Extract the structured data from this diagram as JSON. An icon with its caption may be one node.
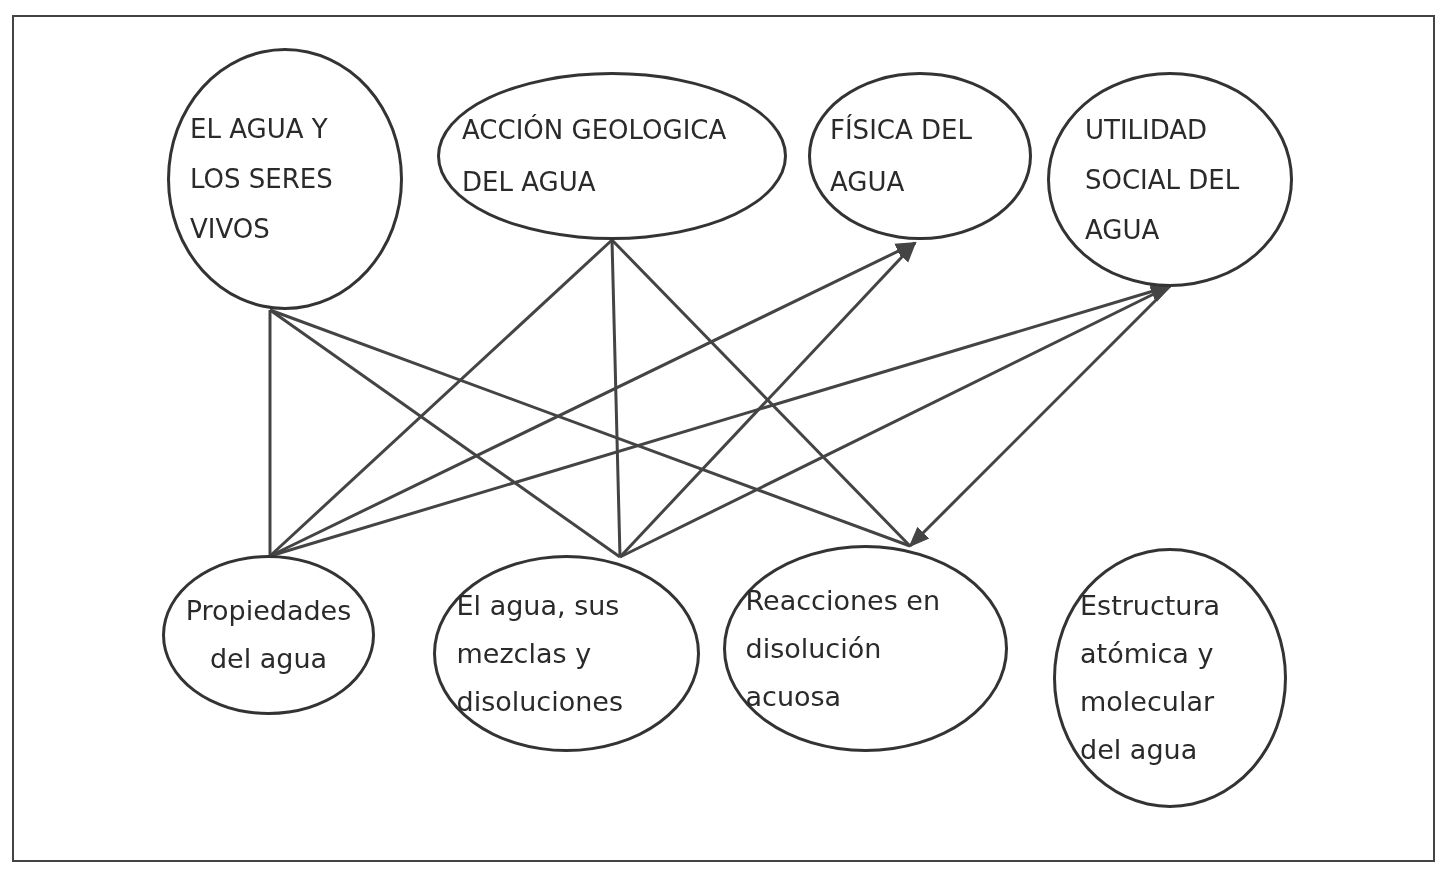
{
  "diagram": {
    "nodes": [
      {
        "text": [
          "EL AGUA Y LOS SERES VIVOS"
        ]
      },
      {
        "text": [
          "ACCIÓN GEOLOGICA DEL AGUA"
        ]
      },
      {
        "text": [
          "FÍSICA DEL AGUA"
        ]
      },
      {
        "text": [
          "UTILIDAD SOCIAL DEL AGUA"
        ]
      },
      {
        "text": [
          "Propiedades del agua"
        ]
      },
      {
        "text": [
          "El agua, sus mezclas y disoluciones"
        ]
      },
      {
        "text": [
          "Reacciones en disolución acuosa"
        ]
      },
      {
        "text": [
          "Estructura atómica y molecular del agua"
        ]
      }
    ],
    "edges": [
      {
        "from": 0,
        "to": 4,
        "arrow": "none"
      },
      {
        "from": 0,
        "to": 5,
        "arrow": "none"
      },
      {
        "from": 0,
        "to": 6,
        "arrow": "none"
      },
      {
        "from": 1,
        "to": 4,
        "arrow": "none"
      },
      {
        "from": 1,
        "to": 5,
        "arrow": "none"
      },
      {
        "from": 1,
        "to": 6,
        "arrow": "none"
      },
      {
        "from": 4,
        "to": 2,
        "arrow": "to"
      },
      {
        "from": 5,
        "to": 2,
        "arrow": "to"
      },
      {
        "from": 4,
        "to": 3,
        "arrow": "to"
      },
      {
        "from": 5,
        "to": 3,
        "arrow": "to"
      },
      {
        "from": 3,
        "to": 6,
        "arrow": "to"
      }
    ]
  }
}
